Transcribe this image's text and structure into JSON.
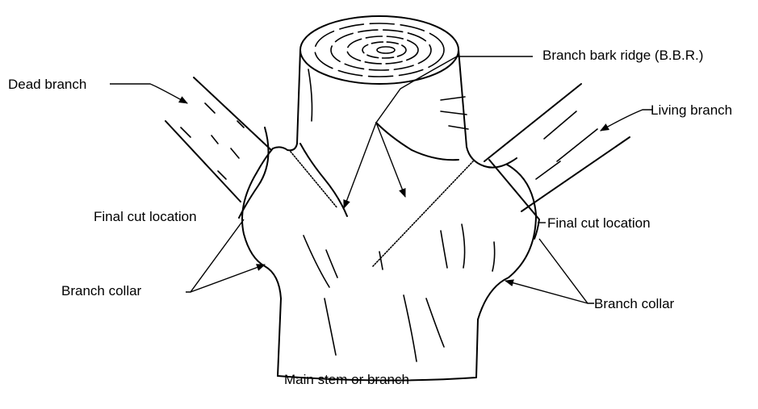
{
  "labels": {
    "dead_branch": "Dead branch",
    "branch_bark_ridge": "Branch bark ridge (B.B.R.)",
    "living_branch": "Living branch",
    "final_cut_left": "Final cut location",
    "final_cut_right": "Final cut location",
    "branch_collar_left": "Branch collar",
    "branch_collar_right": "Branch collar",
    "main_stem": "Main stem or branch"
  }
}
